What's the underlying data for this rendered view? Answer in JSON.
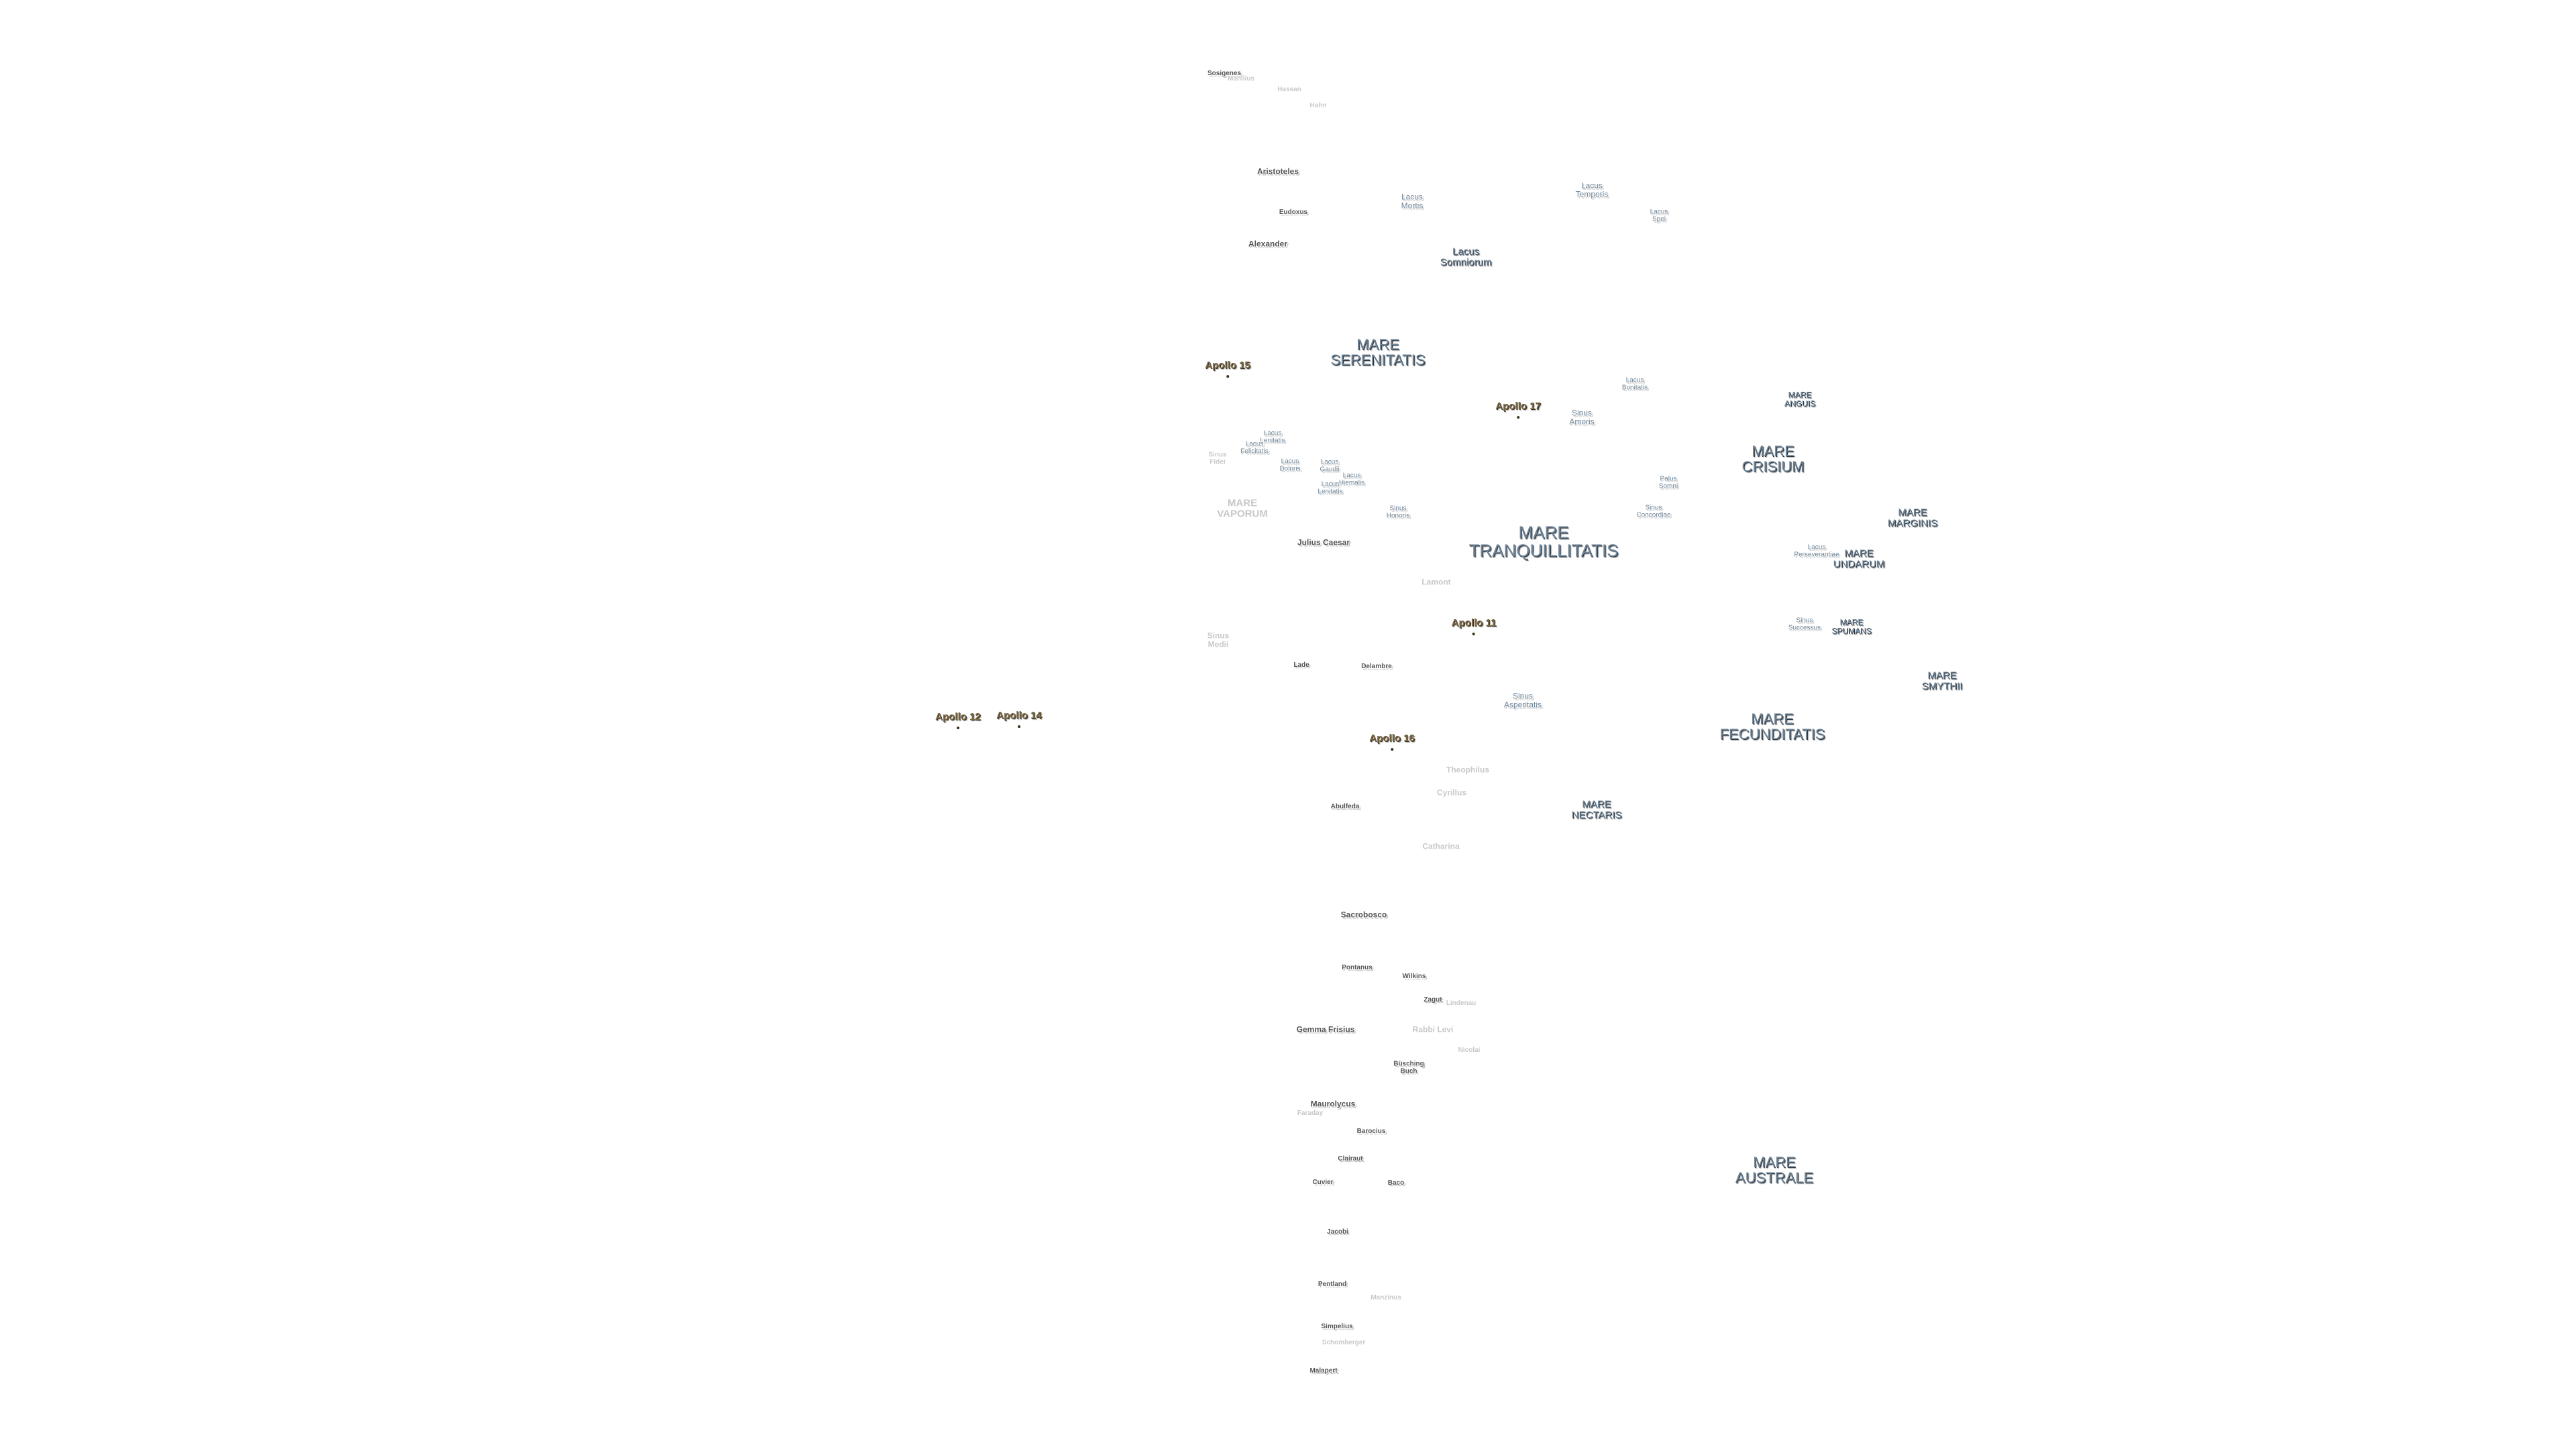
{
  "labels": {
    "copernicus_top": "Sosigenes",
    "manilius_top": "Manilius",
    "hassan": "Hassan",
    "aristoteles": "Aristoteles",
    "eudoxus": "Eudoxus",
    "alexander": "Alexander",
    "lacus_mortis": "Lacus\nMortis",
    "lacus_temporis": "Lacus\nTemporis",
    "lacus_spei": "Lacus\nSpei",
    "lacus_somniorum": "Lacus\nSomniorum",
    "mare_serenitatis": "MARE\nSERENITATIS",
    "apollo_15": "Apollo 15",
    "apollo_17": "Apollo 17",
    "lacus_bonitatis": "Lacus\nBonitatis",
    "mare_anguis": "MARE\nANGUIS",
    "sinus_amoris": "Sinus\nAmoris",
    "mare_crisium": "MARE\nCRISIUM",
    "lacus_lenitatis_a": "Lacus\nLenitatis",
    "lacus_felicitatis": "Lacus\nFelicitatis",
    "lacus_doloris": "Lacus\nDoloris",
    "lacus_gaudii": "Lacus\nGaudii",
    "lacus_hiemalis": "Lacus\nHiemalis",
    "lacus_lenitatis": "Lacus\nLenitatis",
    "sinus_fidei": "Sinus\nFidei",
    "palus_somni": "Palus\nSomni",
    "sinus_concordiae": "Sinus\nConcordiae",
    "mare_marginis": "MARE\nMARGINIS",
    "mare_vaporum": "MARE\nVAPORUM",
    "sinus_honoris": "Sinus\nHonoris",
    "mare_tranquillitatis": "MARE\nTRANQUILLITATIS",
    "julius_caesar": "Julius Caesar",
    "lacus_perseverantiae": "Lacus\nPerseverantiae",
    "mare_undarum": "MARE\nUNDARUM",
    "lamont": "Lamont",
    "apollo_11": "Apollo 11",
    "sinus_successus": "Sinus\nSuccessus",
    "mare_spumans": "MARE\nSPUMANS",
    "sinus_medii": "Sinus\nMedii",
    "lade": "Lade",
    "delambre": "Delambre",
    "mare_smythii": "MARE\nSMYTHII",
    "sinus_asperitatis": "Sinus\nAsperitatis",
    "mare_fecunditatis": "MARE\nFECUNDITATIS",
    "apollo_12": "Apollo 12",
    "apollo_14": "Apollo 14",
    "apollo_16": "Apollo 16",
    "theophilus": "Theophilus",
    "cyrillus": "Cyrillus",
    "abulfeda": "Abulfeda",
    "mare_nectaris": "MARE\nNECTARIS",
    "catharina": "Catharina",
    "sacrobosco": "Sacrobosco",
    "pontanus": "Pontanus",
    "wilkins": "Wilkins",
    "zagut": "Zagut",
    "rabbi_levi_faint": "Lindenau",
    "gemma_frisius": "Gemma Frisius",
    "rabbi_levi": "Rabbi Levi",
    "nicolai": "Nicolai",
    "buch": "Büsching\nBuch",
    "maurolycus": "Maurolycus",
    "faraday": "Faraday",
    "barocius": "Barocius",
    "clairaut": "Clairaut",
    "cuvier": "Cuvier",
    "baco": "Baco",
    "mare_australe": "MARE\nAUSTRALE",
    "jacobi": "Jacobi",
    "pentland": "Pentland",
    "manzinus": "Manzinus",
    "simpelius": "Simpelius",
    "schomberger": "Schomberger",
    "malapert": "Malapert"
  },
  "colors": {
    "background": "#ffffff",
    "mare_text": "#6f8597",
    "crater_text": "#555555",
    "apollo_text": "#7a6a4a",
    "faint_text": "#c8c8c8"
  }
}
